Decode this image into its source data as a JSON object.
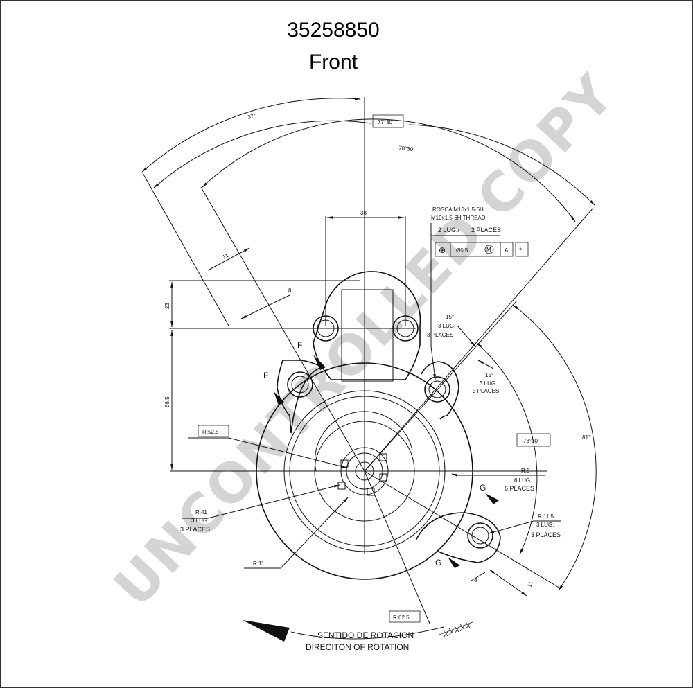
{
  "title": {
    "part_number": "35258850",
    "view": "Front"
  },
  "watermark": "UNCONTROLLED COPY",
  "thread_note": {
    "es": "ROSCA M10x1.5-6H",
    "en": "M10x1.5-6H THREAD",
    "qty": "2 LUG./",
    "places": "2 PLACES"
  },
  "tolerance_frame": {
    "symbol": "⊕",
    "value": "Ø0.5",
    "modifier": "M",
    "datum": "A",
    "note": "*"
  },
  "dimensions": {
    "angle_37": "37°",
    "angle_77_30": "77°30'",
    "angle_70_30": "70°30'",
    "angle_78_30": "78°30'",
    "angle_81": "81°",
    "width_38": "38",
    "dist_11_top": "11",
    "dist_8_top": "8",
    "dist_23": "23",
    "dist_68_5": "68.5",
    "dist_8_bottom": "8",
    "dist_11_bottom": "11",
    "r52_5": "R:52.5",
    "r41": "R:41",
    "r41_qty": "3 LUG.",
    "r41_places": "3 PLACES",
    "r11": "R:11",
    "r62_5": "R:62.5",
    "r5": "R:5",
    "r5_qty": "6 LUG.",
    "r5_places": "6 PLACES",
    "r11_5": "R:11.5",
    "r11_5_qty": "3 LUG.",
    "r11_5_places": "3 PLACES",
    "ang15_a": "15°",
    "ang15_a_qty": "3 LUG.",
    "ang15_a_places": "3 PLACES",
    "ang15_b": "15°",
    "ang15_b_qty": "3 LUG.",
    "ang15_b_places": "3 PLACES"
  },
  "section_labels": {
    "f1": "F",
    "f2": "F",
    "g1": "G",
    "g2": "G"
  },
  "rotation": {
    "es": "SENTIDO DE ROTACION",
    "en": "DIRECITON OF ROTATION"
  }
}
